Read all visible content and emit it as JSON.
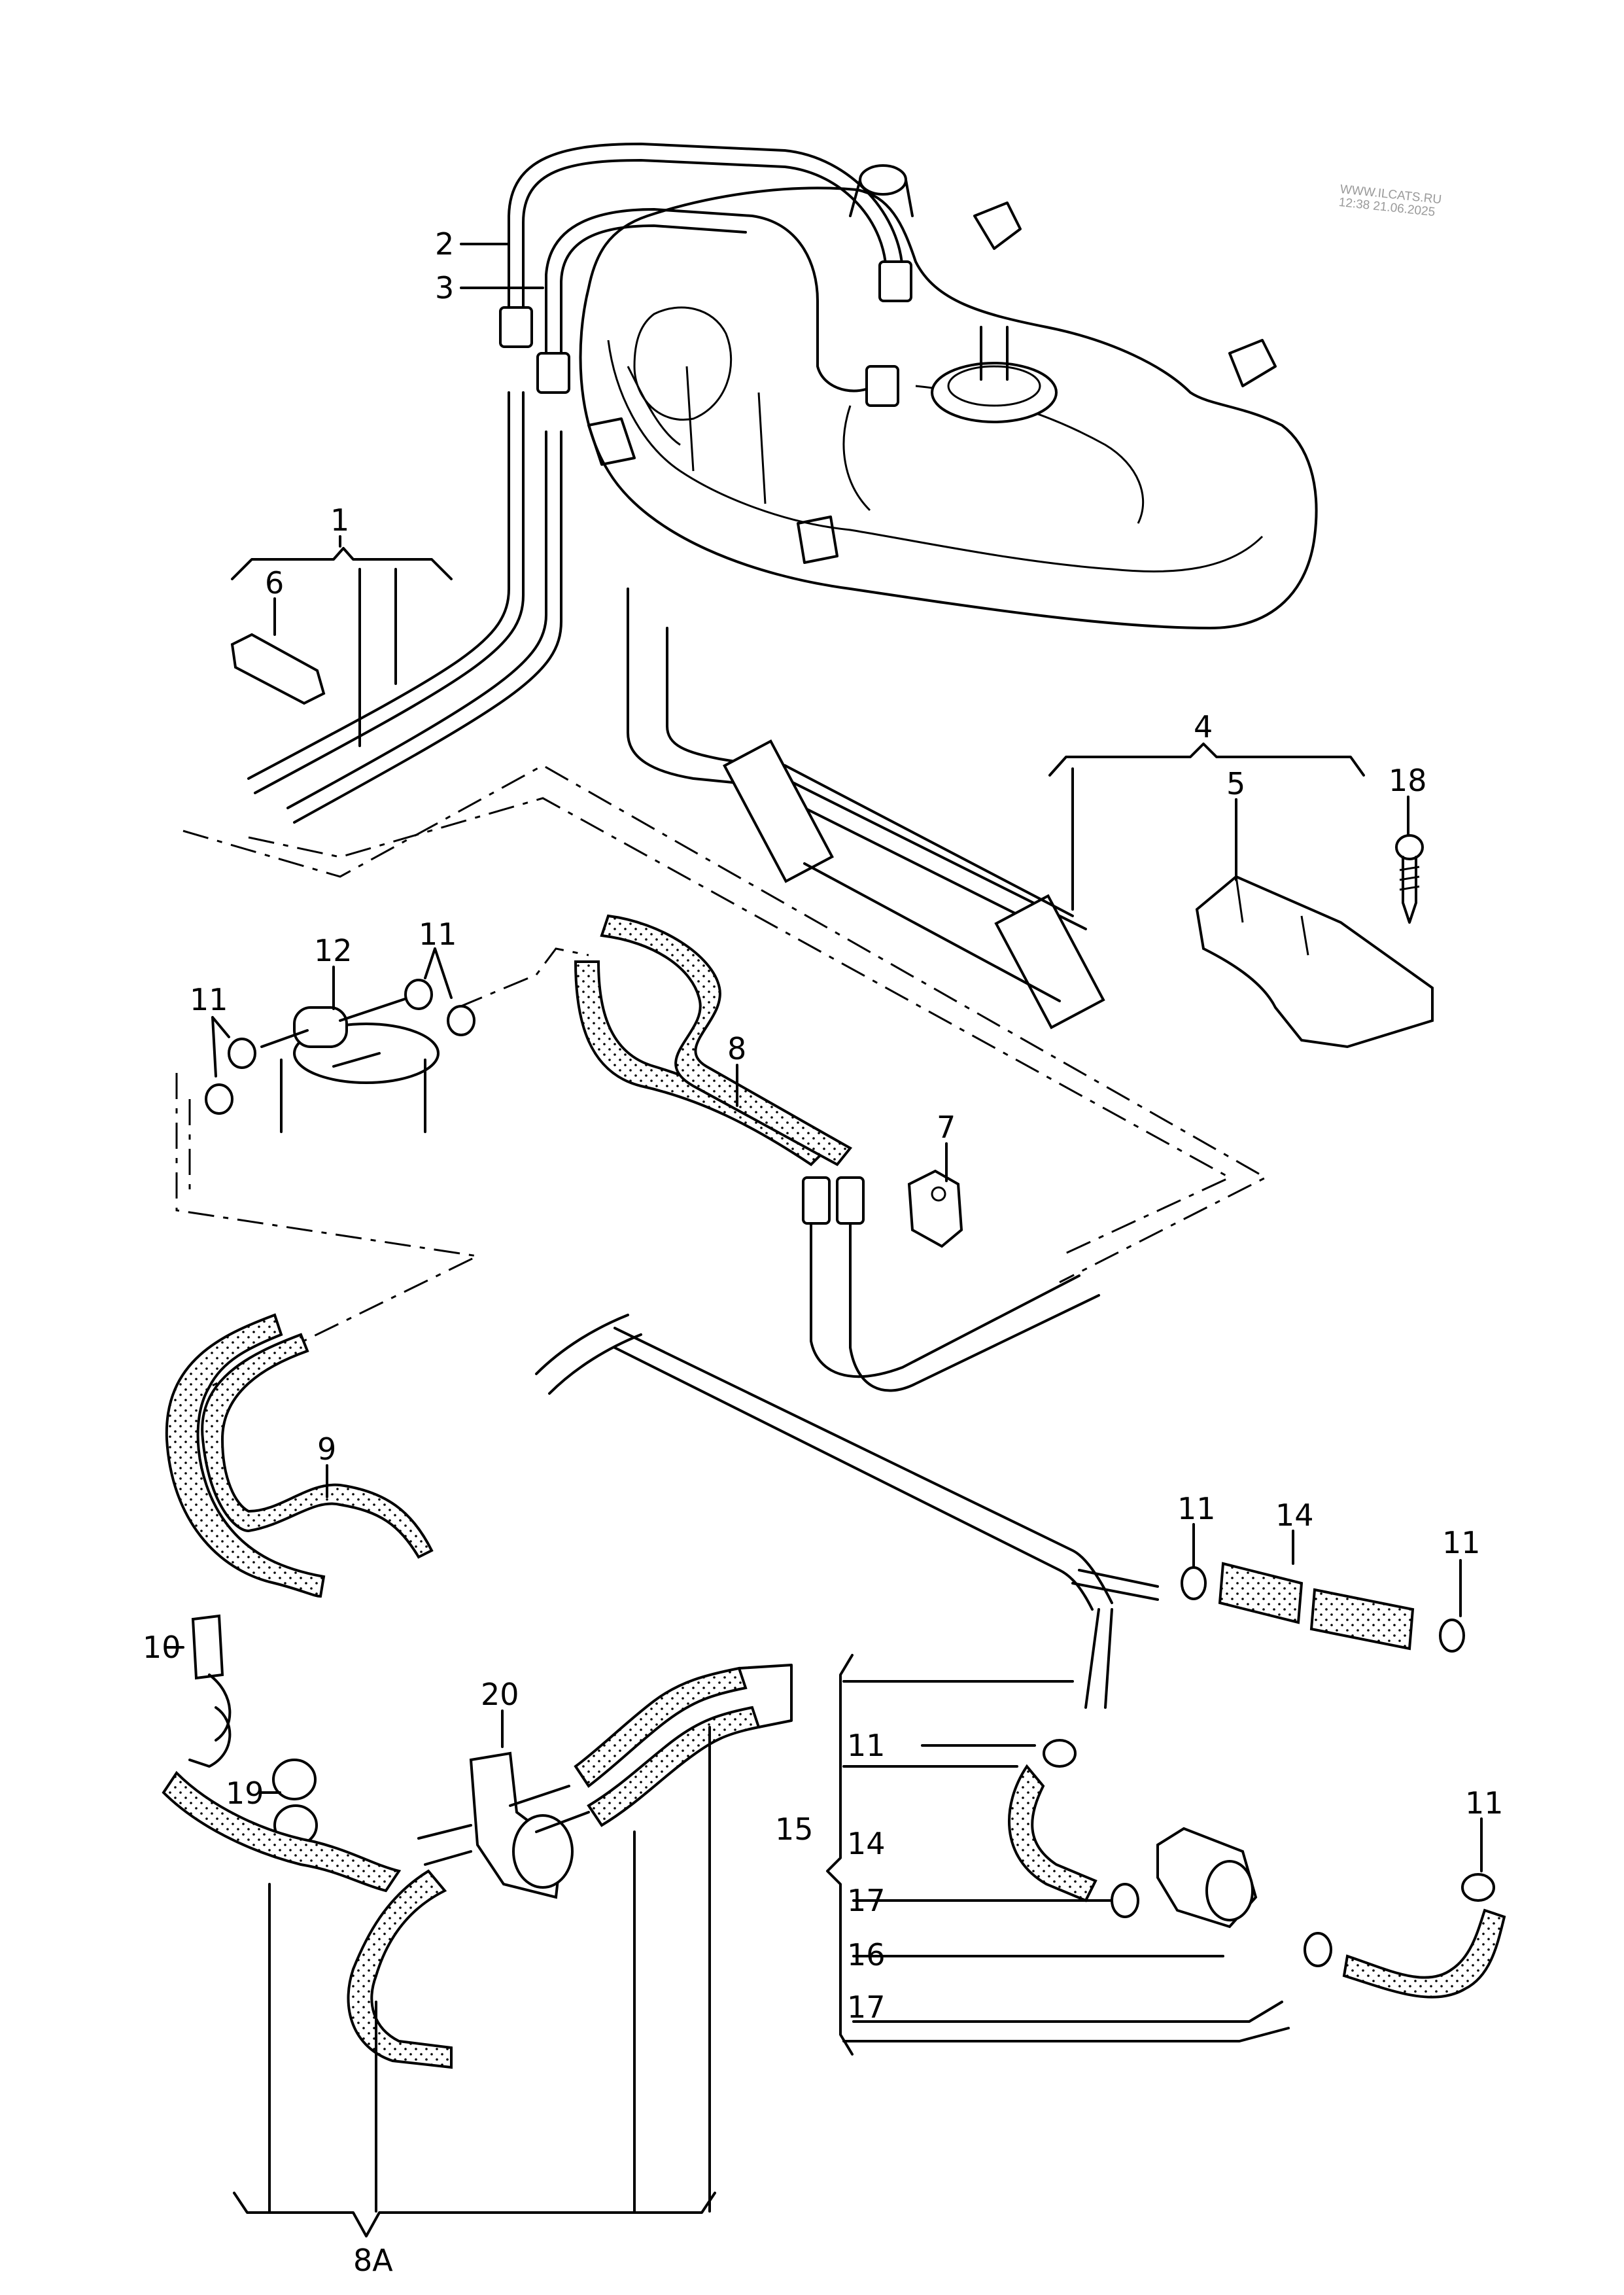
{
  "watermark": {
    "site": "WWW.ILCATS.RU",
    "timestamp": "12:38 21.06.2025"
  },
  "diagram": {
    "type": "exploded-parts-diagram",
    "subject": "Fuel tank, fuel lines, fuel filter and hoses",
    "callouts": [
      {
        "id": "1",
        "part": "fuel line set (bracket group)"
      },
      {
        "id": "2",
        "part": "fuel supply line"
      },
      {
        "id": "3",
        "part": "fuel return line"
      },
      {
        "id": "4",
        "part": "fuel line assembly (bracket group)"
      },
      {
        "id": "5",
        "part": "line holder"
      },
      {
        "id": "6",
        "part": "line clip"
      },
      {
        "id": "7",
        "part": "line clip"
      },
      {
        "id": "8",
        "part": "hose assembly"
      },
      {
        "id": "8A",
        "part": "hose set (bracket group)"
      },
      {
        "id": "9",
        "part": "hose"
      },
      {
        "id": "10",
        "part": "retaining clip"
      },
      {
        "id": "11",
        "part": "hose clamp"
      },
      {
        "id": "12",
        "part": "fuel filter"
      },
      {
        "id": "14",
        "part": "hose"
      },
      {
        "id": "15",
        "part": "hose set (bracket group)"
      },
      {
        "id": "16",
        "part": "pump / valve"
      },
      {
        "id": "17",
        "part": "hose clamp"
      },
      {
        "id": "18",
        "part": "self-tapping screw"
      },
      {
        "id": "19",
        "part": "double clip"
      },
      {
        "id": "20",
        "part": "valve / distributor"
      }
    ],
    "labels": {
      "l1": "1",
      "l2": "2",
      "l3": "3",
      "l4": "4",
      "l5": "5",
      "l6": "6",
      "l7": "7",
      "l8": "8",
      "l8A": "8A",
      "l9": "9",
      "l10": "10",
      "l11": "11",
      "l12": "12",
      "l14": "14",
      "l15": "15",
      "l16": "16",
      "l17": "17",
      "l18": "18",
      "l19": "19",
      "l20": "20"
    }
  }
}
